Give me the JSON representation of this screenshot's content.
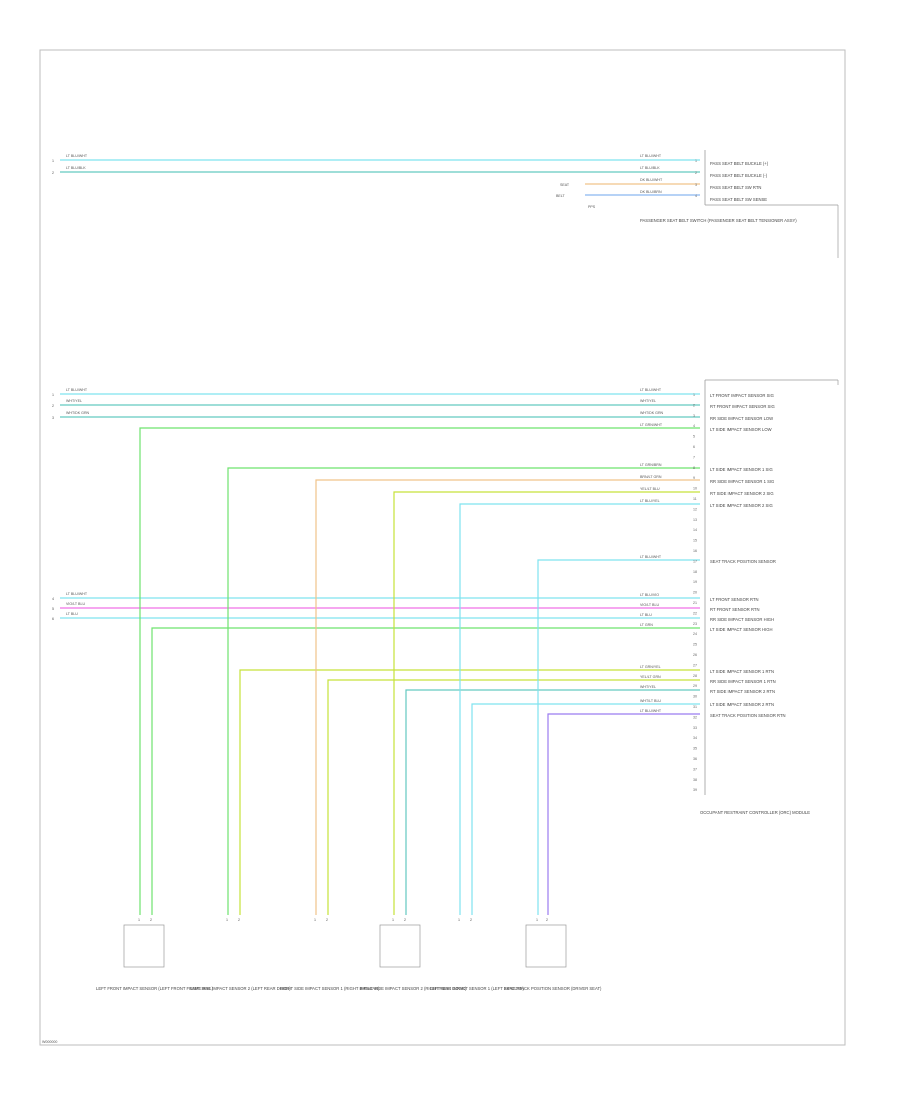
{
  "page_code": "W000000",
  "top_connector": {
    "name": "PASSENGER SEAT BELT SWITCH (PASSENGER SEAT BELT TENSIONER ASSY)",
    "row_labels": [
      "PASS SEAT BELT BUCKLE (+)",
      "PASS SEAT BELT BUCKLE (-)",
      "PASS SEAT BELT SW RTN",
      "PASS SEAT BELT SW SENSE"
    ],
    "wire_colors": [
      "LT BLU/WHT",
      "LT BLU/BLK",
      "DK BLU/WHT",
      "DK BLU/BRN"
    ],
    "side_labels": [
      "1",
      "2"
    ],
    "small_labels": [
      "SEAT",
      "BELT",
      "PPS"
    ]
  },
  "main_connector": {
    "name": "OCCUPANT RESTRAINT CONTROLLER (ORC) MODULE",
    "group1_labels": [
      "LT FRONT IMPACT SENSOR SIG",
      "RT FRONT IMPACT SENSOR SIG",
      "RR SIDE IMPACT SENSOR LOW",
      "LT SIDE IMPACT SENSOR LOW"
    ],
    "group2_labels": [
      "LT SIDE IMPACT SENSOR 1 SIG",
      "RR SIDE IMPACT SENSOR 1 SIG",
      "RT SIDE IMPACT SENSOR 2 SIG",
      "LT SIDE IMPACT SENSOR 2 SIG"
    ],
    "group3_label": "SEAT TRACK POSITION SENSOR",
    "group4_labels": [
      "LT FRONT SENSOR RTN",
      "RT FRONT SENSOR RTN",
      "RR SIDE IMPACT SENSOR HIGH",
      "LT SIDE IMPACT SENSOR HIGH"
    ],
    "group5_labels": [
      "LT SIDE IMPACT SENSOR 1 RTN",
      "RR SIDE IMPACT SENSOR 1 RTN",
      "RT SIDE IMPACT SENSOR 2 RTN",
      "LT SIDE IMPACT SENSOR 2 RTN",
      "SEAT TRACK POSITION SENSOR RTN"
    ],
    "wire_colors": [
      "LT BLU/WHT",
      "WHT/YEL",
      "WHT/DK GRN",
      "LT GRN/WHT",
      "LT GRN/BRN",
      "BRN/LT GRN",
      "YEL/LT BLU",
      "LT BLU/YEL",
      "LT BLU/WHT",
      "LT BLU/VIO",
      "VIO/LT BLU",
      "LT BLU",
      "LT GRN",
      "LT GRN/YEL",
      "YEL/LT GRN",
      "WHT/YEL",
      "WHT/LT BLU",
      "LT BLU/WHT"
    ],
    "side_labels": [
      "1",
      "2",
      "3",
      "4",
      "5",
      "6"
    ]
  },
  "sensors": [
    {
      "name": "LEFT SIDE IMPACT SENSOR 1 (LEFT B-PILLAR)"
    },
    {
      "name": "LEFT SIDE IMPACT SENSOR 2 (LEFT REAR DOOR)"
    },
    {
      "name": "RIGHT SIDE IMPACT SENSOR 1 (RIGHT B-PILLAR)"
    },
    {
      "name": "RIGHT SIDE IMPACT SENSOR 2 (RIGHT REAR DOOR)"
    },
    {
      "name": "LEFT FRONT IMPACT SENSOR (LEFT FRONT FRAME RAIL)"
    },
    {
      "name": "SEAT TRACK POSITION SENSOR (DRIVER SEAT)"
    }
  ],
  "colors": {
    "cyan": "#7fe3ef",
    "teal": "#63c9c0",
    "green": "#6ee36e",
    "yellow_green": "#c6e23a",
    "orange": "#f0c38a",
    "pink": "#f070e8",
    "violet": "#9b7cf0",
    "blue": "#8ab6f0",
    "frame": "#bdbdbd"
  }
}
